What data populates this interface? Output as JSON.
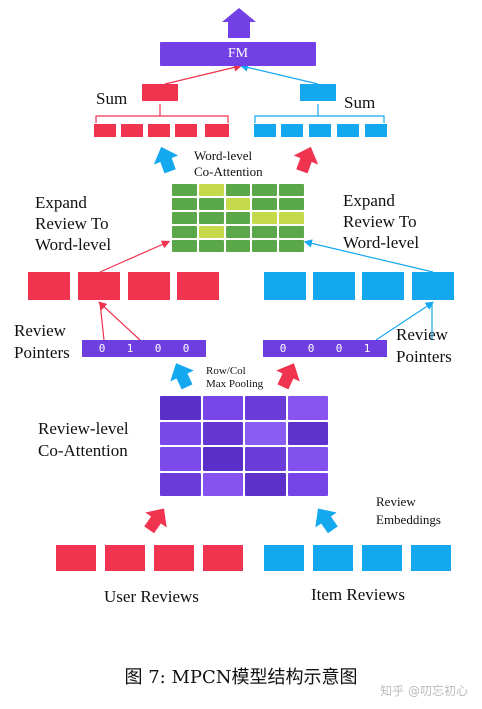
{
  "fm_label": "FM",
  "labels": {
    "sum_left": "Sum",
    "sum_right": "Sum",
    "word_level_coattention": [
      "Word-level",
      "Co-Attention"
    ],
    "expand_left": [
      "Expand",
      "Review To",
      "Word-level"
    ],
    "expand_right": [
      "Expand",
      "Review To",
      "Word-level"
    ],
    "review_pointers_left": [
      "Review",
      "Pointers"
    ],
    "review_pointers_right": [
      "Review",
      "Pointers"
    ],
    "row_col_max_pooling": [
      "Row/Col",
      "Max Pooling"
    ],
    "review_level_coattention": [
      "Review-level",
      "Co-Attention"
    ],
    "review_embeddings": [
      "Review",
      "Embeddings"
    ],
    "user_reviews": "User Reviews",
    "item_reviews": "Item Reviews"
  },
  "pointers_left": [
    "0",
    "1",
    "0",
    "0"
  ],
  "pointers_right": [
    "0",
    "0",
    "0",
    "1"
  ],
  "colors": {
    "red": "#f0334f",
    "blue": "#14a8ef",
    "purple": "#7340e6",
    "word_green": "#5aa84a",
    "word_yellow": "#c6d94a"
  },
  "word_grid_highlights": [
    [
      0,
      1
    ],
    [
      1,
      2
    ],
    [
      2,
      4
    ],
    [
      3,
      1
    ],
    [
      2,
      3
    ]
  ],
  "caption": "图 7: MPCN模型结构示意图",
  "watermark": "知乎 @叨忘初心"
}
